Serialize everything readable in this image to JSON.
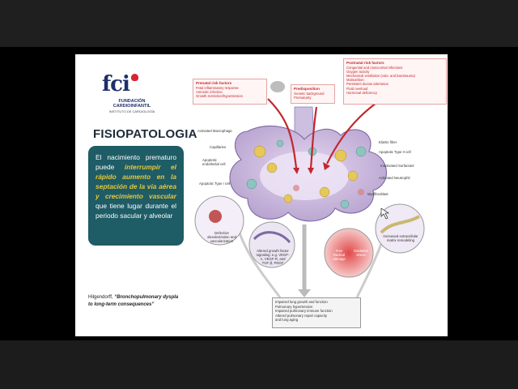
{
  "logo": {
    "mark": "fci",
    "name_line1": "FUNDACIÓN",
    "name_line2": "CARDIOINFANTIL",
    "subtitle": "INSTITUTO DE CARDIOLOGÍA"
  },
  "slide_title": "FISIOPATOLOGIA",
  "textbox": {
    "part1": "El nacimiento prematuro puede ",
    "highlight1": "interrumpir el rápido aumento en la septación de la vía aérea y crecimiento vascular",
    "part2": " que tiene lugar durante el periodo sacular y alveolar"
  },
  "reference": {
    "author": "Hilgendorff,",
    "title": "“Bronchopulmonary dyspla",
    "title2": "to long-term consequences”"
  },
  "figure": {
    "prenatal": {
      "title": "Prenatal risk factors",
      "items": [
        "Fetal inflammatory response",
        "Amniotic infection",
        "Growth restriction/hypertension"
      ]
    },
    "predisposition": {
      "title": "Predisposition",
      "items": [
        "Genetic background",
        "Prematurity"
      ]
    },
    "postnatal": {
      "title": "Postnatal risk factors",
      "items": [
        "Congenital and nosocomial infections",
        "Oxygen toxicity",
        "Mechanical ventilation (volu- and barotrauma)",
        "Malnutrition",
        "Persistent ductus arteriosus",
        "Fluid overload",
        "Hormonal deficiency"
      ]
    },
    "left_labels": [
      "Activated Macrophage",
      "Capillaries",
      "Apoptotic endothelial cell",
      "Apoptotic Type I cell"
    ],
    "right_labels": [
      "Elastic fiber",
      "Apoptotic Type II cell",
      "Inactivated Surfactant",
      "Activated Neutrophil",
      "Myofibroblast"
    ],
    "circle_labels": [
      "Defective alveolarization and vascularization",
      "Altered growth factor signaling: e.g. VEGF-A, VEGF-R, and TGF-β, PDGF",
      "Free Radical damage",
      "Oxidative stress",
      "Increased extracellular matrix remodeling"
    ],
    "outcomes": [
      "Impaired lung growth and function",
      "Pulmonary hypertension",
      "Impaired pulmonary immune function",
      "Altered pulmonary repair capacity",
      "and lung aging"
    ]
  },
  "colors": {
    "textbox_bg": "#1e5c66",
    "highlight": "#e7c83a",
    "risk_red": "#c2272d",
    "logo_blue": "#1f2f6b"
  }
}
